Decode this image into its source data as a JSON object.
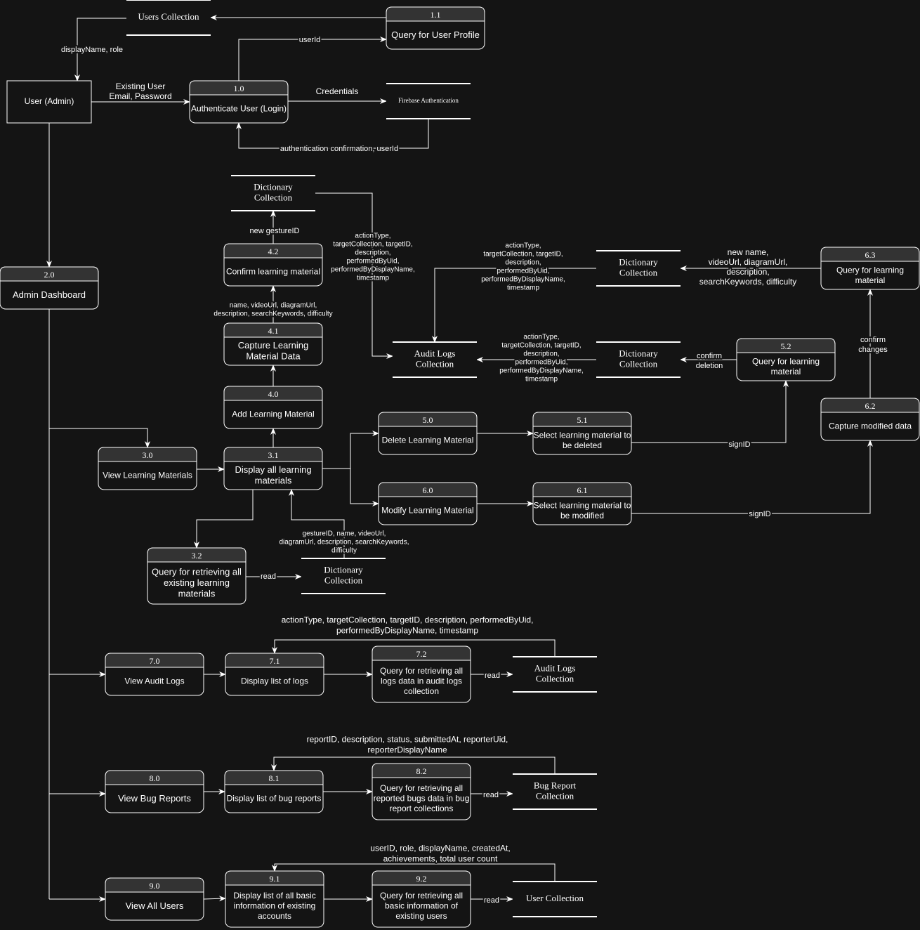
{
  "diagram": {
    "entity": {
      "label": "User (Admin)"
    },
    "processes": [
      {
        "id": "p1_1",
        "num": "1.1",
        "lines": [
          "Query for User Profile"
        ]
      },
      {
        "id": "p1_0",
        "num": "1.0",
        "lines": [
          "Authenticate User (Login)"
        ]
      },
      {
        "id": "p2_0",
        "num": "2.0",
        "lines": [
          "Admin Dashboard"
        ]
      },
      {
        "id": "p4_2",
        "num": "4.2",
        "lines": [
          "Confirm learning material"
        ]
      },
      {
        "id": "p4_1",
        "num": "4.1",
        "lines": [
          "Capture Learning",
          "Material Data"
        ]
      },
      {
        "id": "p4_0",
        "num": "4.0",
        "lines": [
          "Add Learning Material"
        ]
      },
      {
        "id": "p3_0",
        "num": "3.0",
        "lines": [
          "View Learning Materials"
        ]
      },
      {
        "id": "p3_1",
        "num": "3.1",
        "lines": [
          "Display all learning",
          "materials"
        ]
      },
      {
        "id": "p3_2",
        "num": "3.2",
        "lines": [
          "Query for retrieving all",
          "existing learning",
          "materials"
        ]
      },
      {
        "id": "p5_0",
        "num": "5.0",
        "lines": [
          "Delete Learning Material"
        ]
      },
      {
        "id": "p5_1",
        "num": "5.1",
        "lines": [
          "Select learning material to",
          "be deleted"
        ]
      },
      {
        "id": "p5_2",
        "num": "5.2",
        "lines": [
          "Query for learning",
          "material"
        ]
      },
      {
        "id": "p6_0",
        "num": "6.0",
        "lines": [
          "Modify Learning Material"
        ]
      },
      {
        "id": "p6_1",
        "num": "6.1",
        "lines": [
          "Select learning material to",
          "be modified"
        ]
      },
      {
        "id": "p6_2",
        "num": "6.2",
        "lines": [
          "Capture modified data"
        ]
      },
      {
        "id": "p6_3",
        "num": "6.3",
        "lines": [
          "Query for learning",
          "material"
        ]
      },
      {
        "id": "p7_0",
        "num": "7.0",
        "lines": [
          "View Audit Logs"
        ]
      },
      {
        "id": "p7_1",
        "num": "7.1",
        "lines": [
          "Display list of logs"
        ]
      },
      {
        "id": "p7_2",
        "num": "7.2",
        "lines": [
          "Query for retrieving all",
          "logs data in audit logs",
          "collection"
        ]
      },
      {
        "id": "p8_0",
        "num": "8.0",
        "lines": [
          "View Bug Reports"
        ]
      },
      {
        "id": "p8_1",
        "num": "8.1",
        "lines": [
          "Display list of bug reports"
        ]
      },
      {
        "id": "p8_2",
        "num": "8.2",
        "lines": [
          "Query for retrieving all",
          "reported bugs data in bug",
          "report collections"
        ]
      },
      {
        "id": "p9_0",
        "num": "9.0",
        "lines": [
          "View All Users"
        ]
      },
      {
        "id": "p9_1",
        "num": "9.1",
        "lines": [
          "Display list of all basic",
          "information of existing",
          "accounts"
        ]
      },
      {
        "id": "p9_2",
        "num": "9.2",
        "lines": [
          "Query for retrieving all",
          "basic information of",
          "existing users"
        ]
      }
    ],
    "stores": [
      {
        "id": "s_users",
        "lines": [
          "Users Collection"
        ]
      },
      {
        "id": "s_firebase",
        "lines": [
          "Firebase Authentication"
        ]
      },
      {
        "id": "s_dict_top",
        "lines": [
          "Dictionary",
          "Collection"
        ]
      },
      {
        "id": "s_dict_63",
        "lines": [
          "Dictionary",
          "Collection"
        ]
      },
      {
        "id": "s_audit_mid",
        "lines": [
          "Audit Logs",
          "Collection"
        ]
      },
      {
        "id": "s_dict_52",
        "lines": [
          "Dictionary",
          "Collection"
        ]
      },
      {
        "id": "s_dict_32",
        "lines": [
          "Dictionary",
          "Collection"
        ]
      },
      {
        "id": "s_audit_72",
        "lines": [
          "Audit Logs",
          "Collection"
        ]
      },
      {
        "id": "s_bug",
        "lines": [
          "Bug Report",
          "Collection"
        ]
      },
      {
        "id": "s_user_coll",
        "lines": [
          "User Collection"
        ]
      }
    ],
    "flow_labels": [
      {
        "id": "f_display_role",
        "lines": [
          "displayName, role"
        ]
      },
      {
        "id": "f_userid",
        "lines": [
          "userId"
        ]
      },
      {
        "id": "f_existing",
        "lines": [
          "Existing User",
          "Email, Password"
        ]
      },
      {
        "id": "f_credentials",
        "lines": [
          "Credentials"
        ]
      },
      {
        "id": "f_authconf",
        "lines": [
          "authentication confirmation, userId"
        ]
      },
      {
        "id": "f_new_gesture",
        "lines": [
          "new gestureID"
        ]
      },
      {
        "id": "f_audit_from_dict",
        "lines": [
          "actionType,",
          "targetCollection, targetID,",
          "description,",
          "performedByUid,",
          "performedByDisplayName,",
          "timestamp"
        ]
      },
      {
        "id": "f_name_video",
        "lines": [
          "name, videoUrl, diagramUrl,",
          "description, searchKeywords, difficulty"
        ]
      },
      {
        "id": "f_audit_63",
        "lines": [
          "actionType,",
          "targetCollection, targetID,",
          "description,",
          "performedByUid,",
          "performedByDisplayName,",
          "timestamp"
        ]
      },
      {
        "id": "f_new_name",
        "lines": [
          "new name,",
          "videoUrl, diagramUrl,",
          "description,",
          "searchKeywords, difficulty"
        ]
      },
      {
        "id": "f_audit_52",
        "lines": [
          "actionType,",
          "targetCollection, targetID,",
          "description,",
          "performedByUid,",
          "performedByDisplayName,",
          "timestamp"
        ]
      },
      {
        "id": "f_confirm_del",
        "lines": [
          "confirm",
          "deletion"
        ]
      },
      {
        "id": "f_confirm_chg",
        "lines": [
          "confirm",
          "changes"
        ]
      },
      {
        "id": "f_signid_5",
        "lines": [
          "signID"
        ]
      },
      {
        "id": "f_signid_6",
        "lines": [
          "signID"
        ]
      },
      {
        "id": "f_gesture_fields",
        "lines": [
          "gestureID, name, videoUrl,",
          "diagramUrl, description, searchKeywords,",
          "difficulty"
        ]
      },
      {
        "id": "f_read_32",
        "lines": [
          "read"
        ]
      },
      {
        "id": "f_audit_fields",
        "lines": [
          "actionType, targetCollection, targetID, description, performedByUid,",
          "performedByDisplayName, timestamp"
        ]
      },
      {
        "id": "f_read_72",
        "lines": [
          "read"
        ]
      },
      {
        "id": "f_bug_fields",
        "lines": [
          "reportID, description, status, submittedAt, reporterUid,",
          "reporterDisplayName"
        ]
      },
      {
        "id": "f_read_82",
        "lines": [
          "read"
        ]
      },
      {
        "id": "f_user_fields",
        "lines": [
          "userID, role, displayName, createdAt,",
          "achievements, total user count"
        ]
      },
      {
        "id": "f_read_92",
        "lines": [
          "read"
        ]
      }
    ]
  }
}
